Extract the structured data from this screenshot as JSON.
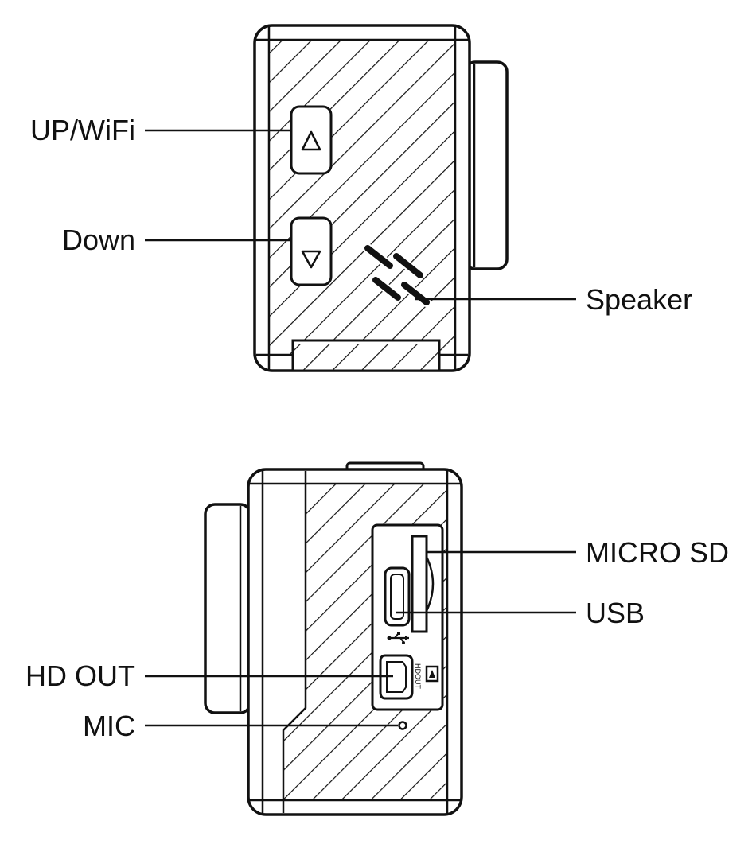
{
  "top_view": {
    "labels": {
      "up_wifi": "UP/WiFi",
      "down": "Down",
      "speaker": "Speaker"
    }
  },
  "bottom_view": {
    "labels": {
      "micro_sd": "MICRO SD",
      "usb": "USB",
      "hd_out": "HD OUT",
      "mic": "MIC"
    },
    "port_marking": "HDOUT"
  }
}
